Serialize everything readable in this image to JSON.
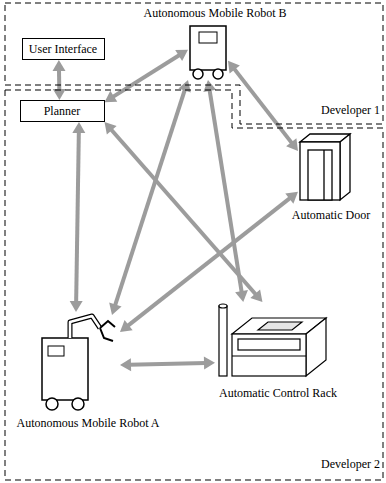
{
  "diagram": {
    "nodes": [
      {
        "text": [
          "Developer 1"
        ]
      },
      {
        "text": [
          "Autonomous Mobile Robot B"
        ],
        "in": 0
      },
      {
        "text": [
          "User Interface"
        ],
        "in": 0
      },
      {
        "text": [
          "Developer 2"
        ]
      },
      {
        "text": [
          "Planner"
        ],
        "in": 3
      },
      {
        "text": [
          "Automatic Door"
        ],
        "in": 3
      },
      {
        "text": [
          "Autonomous Mobile Robot A"
        ],
        "in": 3
      },
      {
        "text": [
          "Automatic Control Rack"
        ],
        "in": 3
      }
    ],
    "edges": [
      {
        "from": 2,
        "to": 4,
        "arrow": "both"
      },
      {
        "from": 4,
        "to": 1,
        "arrow": "both"
      },
      {
        "from": 1,
        "to": 5,
        "arrow": "both"
      },
      {
        "from": 1,
        "to": 7,
        "arrow": "both"
      },
      {
        "from": 1,
        "to": 6,
        "arrow": "both"
      },
      {
        "from": 4,
        "to": 6,
        "arrow": "both"
      },
      {
        "from": 4,
        "to": 7,
        "arrow": "both"
      },
      {
        "from": 6,
        "to": 5,
        "arrow": "both"
      },
      {
        "from": 6,
        "to": 7,
        "arrow": "both"
      }
    ]
  }
}
